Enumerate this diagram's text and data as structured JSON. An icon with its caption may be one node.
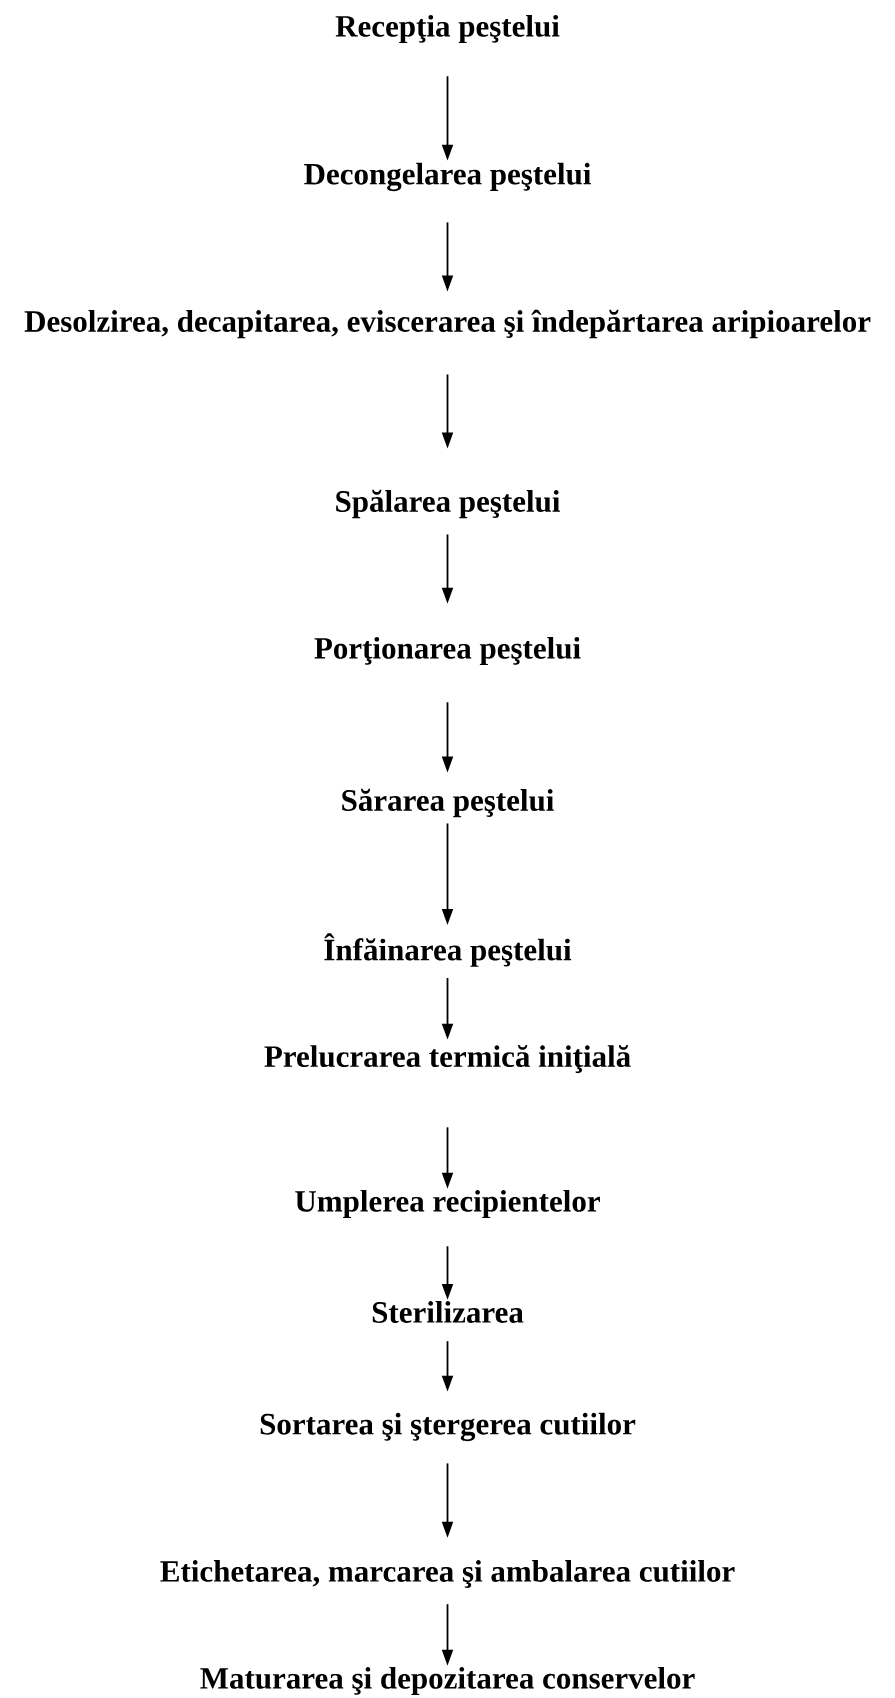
{
  "diagram": {
    "nodes": [
      {
        "text": [
          "Recepţia peştelui"
        ]
      },
      {
        "text": [
          "Decongelarea peştelui"
        ]
      },
      {
        "text": [
          "Desolzirea, decapitarea, eviscerarea şi îndepărtarea aripioarelor"
        ]
      },
      {
        "text": [
          "Spălarea peştelui"
        ]
      },
      {
        "text": [
          "Porţionarea peştelui"
        ]
      },
      {
        "text": [
          "Sărarea peştelui"
        ]
      },
      {
        "text": [
          "Înfăinarea peştelui"
        ]
      },
      {
        "text": [
          "Prelucrarea termică iniţială"
        ]
      },
      {
        "text": [
          "Umplerea recipientelor"
        ]
      },
      {
        "text": [
          "Sterilizarea"
        ]
      },
      {
        "text": [
          "Sortarea şi ştergerea cutiilor"
        ]
      },
      {
        "text": [
          "Etichetarea, marcarea şi ambalarea cutiilor"
        ]
      },
      {
        "text": [
          "Maturarea şi depozitarea conservelor"
        ]
      }
    ],
    "edges": [
      {
        "from": 0,
        "to": 1,
        "arrow": "to"
      },
      {
        "from": 1,
        "to": 2,
        "arrow": "to"
      },
      {
        "from": 2,
        "to": 3,
        "arrow": "to"
      },
      {
        "from": 3,
        "to": 4,
        "arrow": "to"
      },
      {
        "from": 4,
        "to": 5,
        "arrow": "to"
      },
      {
        "from": 5,
        "to": 6,
        "arrow": "to"
      },
      {
        "from": 6,
        "to": 7,
        "arrow": "to"
      },
      {
        "from": 7,
        "to": 8,
        "arrow": "to"
      },
      {
        "from": 8,
        "to": 9,
        "arrow": "to"
      },
      {
        "from": 9,
        "to": 10,
        "arrow": "to"
      },
      {
        "from": 10,
        "to": 11,
        "arrow": "to"
      },
      {
        "from": 11,
        "to": 12,
        "arrow": "to"
      }
    ]
  }
}
